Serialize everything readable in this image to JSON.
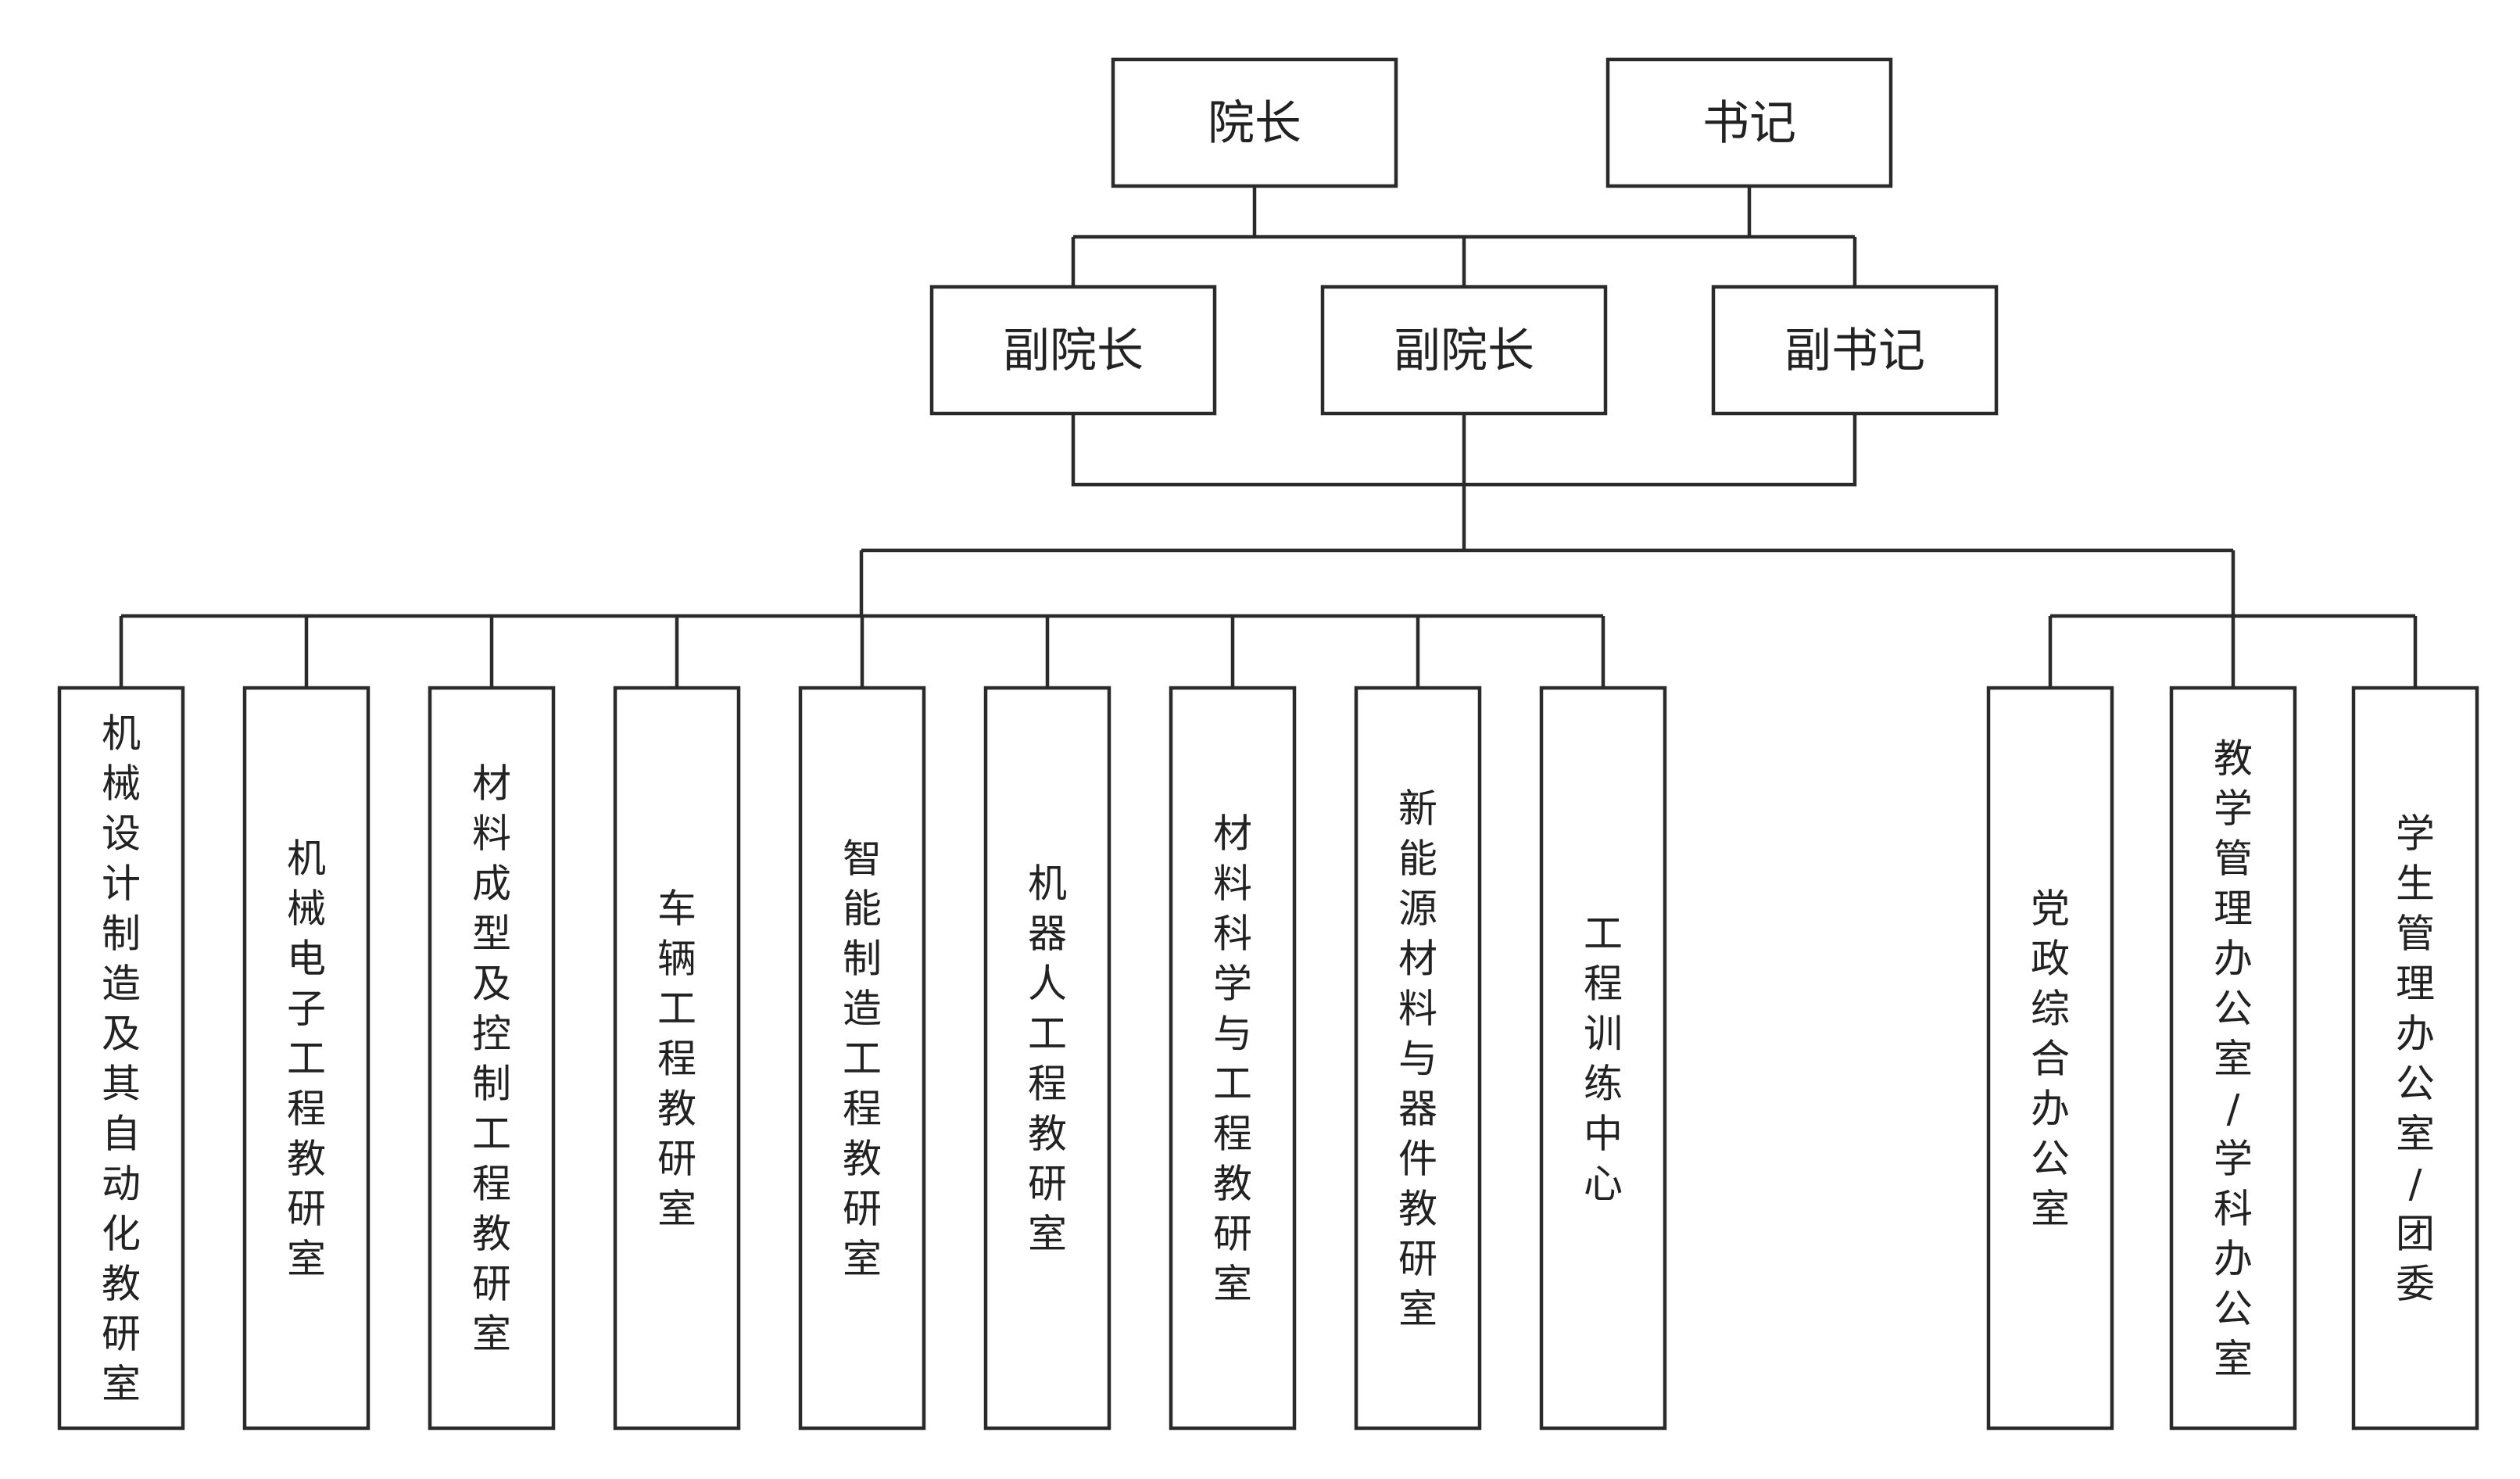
{
  "top": [
    {
      "id": "dean",
      "label": "院长"
    },
    {
      "id": "secretary",
      "label": "书记"
    }
  ],
  "deputies": [
    {
      "id": "vice-dean-1",
      "label": "副院长"
    },
    {
      "id": "vice-dean-2",
      "label": "副院长"
    },
    {
      "id": "deputy-secretary",
      "label": "副书记"
    }
  ],
  "departments": [
    {
      "id": "dept-1",
      "label": "机械设计制造及其自动化教研室"
    },
    {
      "id": "dept-2",
      "label": "机械电子工程教研室"
    },
    {
      "id": "dept-3",
      "label": "材料成型及控制工程教研室"
    },
    {
      "id": "dept-4",
      "label": "车辆工程教研室"
    },
    {
      "id": "dept-5",
      "label": "智能制造工程教研室"
    },
    {
      "id": "dept-6",
      "label": "机器人工程教研室"
    },
    {
      "id": "dept-7",
      "label": "材料科学与工程教研室"
    },
    {
      "id": "dept-8",
      "label": "新能源材料与器件教研室"
    },
    {
      "id": "dept-9",
      "label": "工程训练中心"
    }
  ],
  "offices": [
    {
      "id": "office-1",
      "label": "党政综合办公室"
    },
    {
      "id": "office-2",
      "label": "教学管理办公室/学科办公室"
    },
    {
      "id": "office-3",
      "label": "学生管理办公室/团委"
    }
  ]
}
